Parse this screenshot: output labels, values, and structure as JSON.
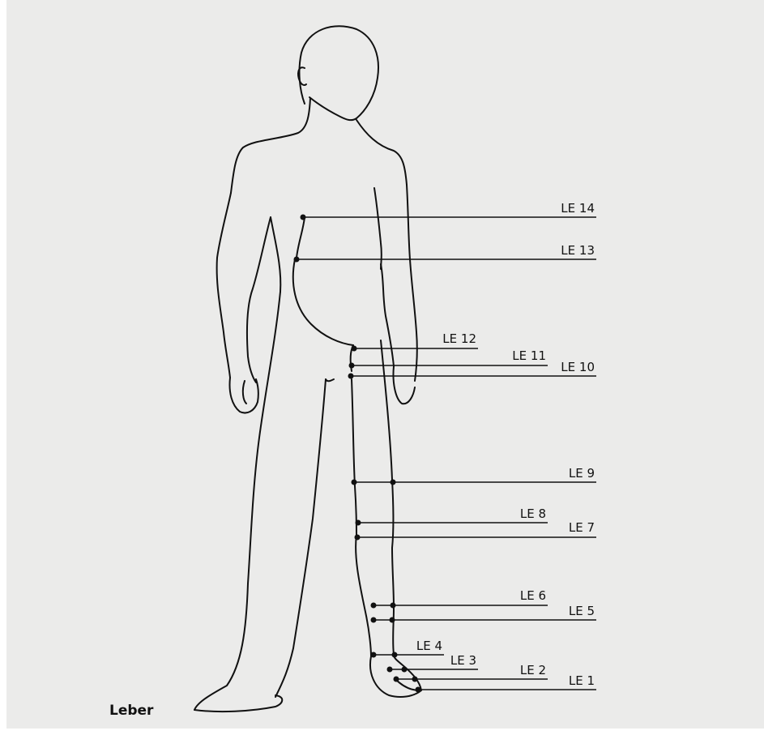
{
  "caption": "Leber",
  "colors": {
    "background": "#ebebea",
    "line": "#111111"
  },
  "points": [
    {
      "id": "LE 14",
      "label": "LE 14"
    },
    {
      "id": "LE 13",
      "label": "LE 13"
    },
    {
      "id": "LE 12",
      "label": "LE 12"
    },
    {
      "id": "LE 11",
      "label": "LE 11"
    },
    {
      "id": "LE 10",
      "label": "LE 10"
    },
    {
      "id": "LE 9",
      "label": "LE 9"
    },
    {
      "id": "LE 8",
      "label": "LE 8"
    },
    {
      "id": "LE 7",
      "label": "LE 7"
    },
    {
      "id": "LE 6",
      "label": "LE 6"
    },
    {
      "id": "LE 5",
      "label": "LE 5"
    },
    {
      "id": "LE 4",
      "label": "LE 4"
    },
    {
      "id": "LE 3",
      "label": "LE 3"
    },
    {
      "id": "LE 2",
      "label": "LE 2"
    },
    {
      "id": "LE 1",
      "label": "LE 1"
    }
  ]
}
